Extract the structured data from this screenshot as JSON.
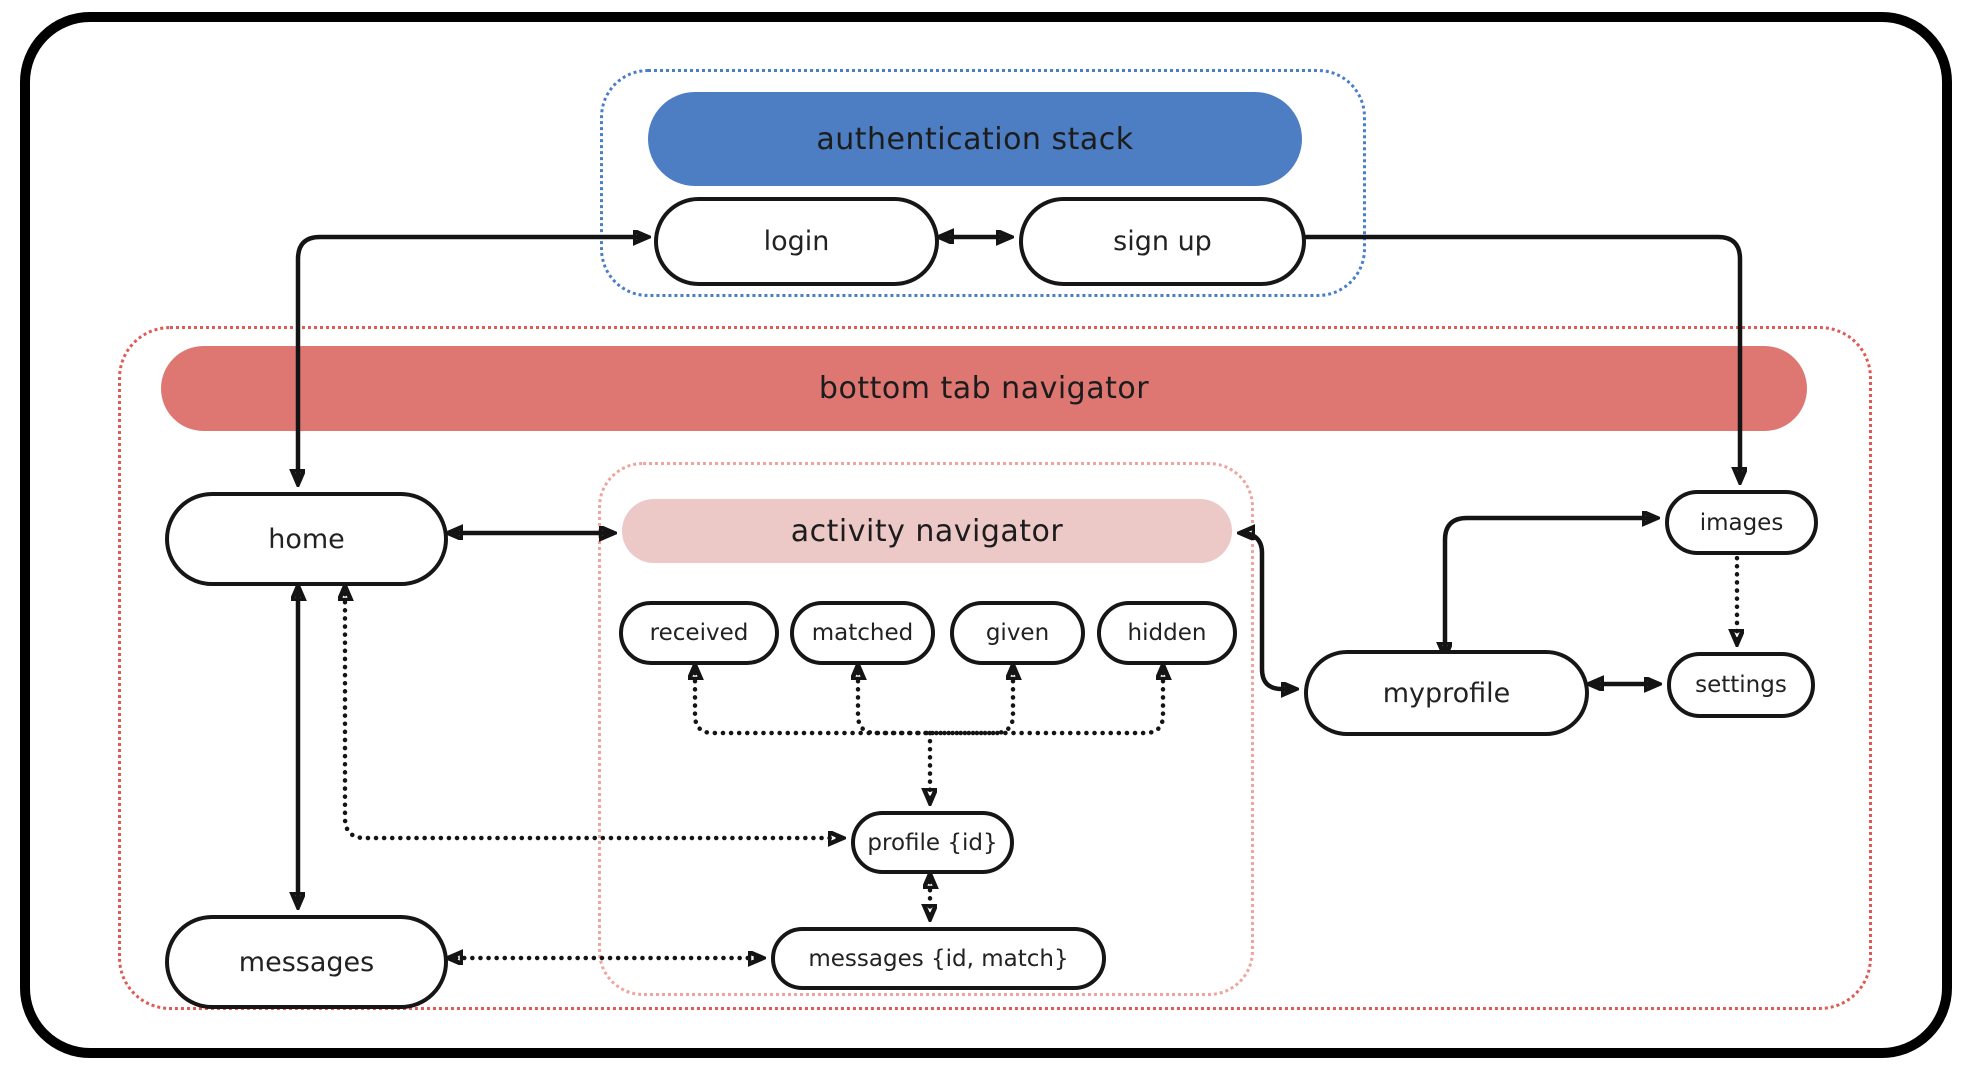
{
  "colors": {
    "auth_blue": "#4d7dc2",
    "auth_border": "#4b7ec9",
    "tab_red": "#de7672",
    "tab_border": "#e05a55",
    "activity_pink": "#ecc9c7",
    "activity_border": "#efa49e",
    "line": "#141414"
  },
  "groups": {
    "auth": {
      "title": "authentication stack"
    },
    "tabs": {
      "title": "bottom tab navigator"
    },
    "activity": {
      "title": "activity navigator"
    }
  },
  "nodes": {
    "login": "login",
    "signup": "sign up",
    "home": "home",
    "messages": "messages",
    "received": "received",
    "matched": "matched",
    "given": "given",
    "hidden": "hidden",
    "profile": "profile {id}",
    "messages_detail": "messages {id, match}",
    "myprofile": "myprofile",
    "images": "images",
    "settings": "settings"
  }
}
